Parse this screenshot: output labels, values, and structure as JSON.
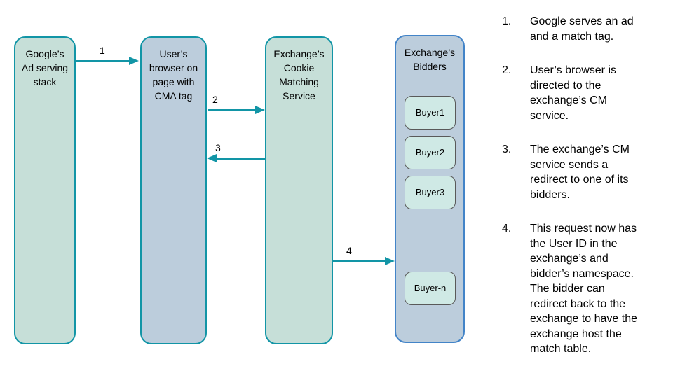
{
  "diagram": {
    "nodes": {
      "google_stack": {
        "label": "Google’s\nAd serving\nstack"
      },
      "user_browser": {
        "label": "User’s\nbrowser on\npage with\nCMA tag"
      },
      "cm_service": {
        "label": "Exchange’s\nCookie\nMatching\nService"
      },
      "bidders": {
        "label": "Exchange’s\nBidders",
        "buyers": [
          "Buyer1",
          "Buyer2",
          "Buyer3",
          "Buyer-n"
        ]
      }
    },
    "arrows": [
      {
        "label": "1"
      },
      {
        "label": "2"
      },
      {
        "label": "3"
      },
      {
        "label": "4"
      }
    ],
    "colors": {
      "teal_accent": "#1295a6",
      "mint_fill": "#c6dfd8",
      "bluegray_fill": "#bccddc",
      "buyer_fill": "#cfe9e5",
      "buyer_border": "#595959",
      "bidders_border": "#4384c8",
      "text": "#000000",
      "background": "#ffffff"
    }
  },
  "steps": [
    {
      "number": "1.",
      "text": "Google serves an ad\nand a match tag."
    },
    {
      "number": "2.",
      "text": "User’s browser is\ndirected to the\nexchange’s CM\nservice."
    },
    {
      "number": "3.",
      "text": "The exchange’s CM\nservice sends a\nredirect to one of its\nbidders."
    },
    {
      "number": "4.",
      "text": "This request now has\nthe User ID in the\nexchange’s and\nbidder’s namespace.\nThe bidder can\nredirect back to the\nexchange to have the\nexchange host the\nmatch table."
    }
  ]
}
